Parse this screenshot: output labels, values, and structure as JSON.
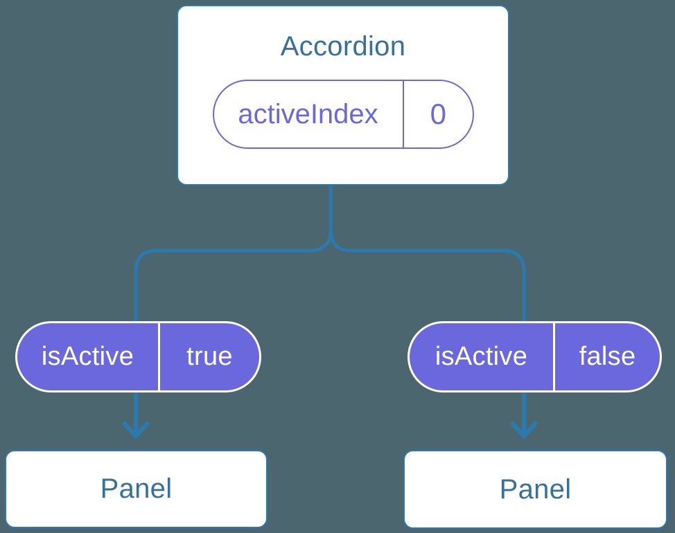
{
  "diagram": {
    "accordion": {
      "title": "Accordion",
      "state": {
        "name": "activeIndex",
        "value": "0"
      }
    },
    "props": [
      {
        "name": "isActive",
        "value": "true"
      },
      {
        "name": "isActive",
        "value": "false"
      }
    ],
    "panels": [
      {
        "label": "Panel"
      },
      {
        "label": "Panel"
      }
    ]
  },
  "colors": {
    "background": "#4C6670",
    "connector-blue": "#2C79AD",
    "label-blue": "#35719B",
    "prop-purple": "#6A68DC",
    "node-white": "#FFFFFF"
  }
}
